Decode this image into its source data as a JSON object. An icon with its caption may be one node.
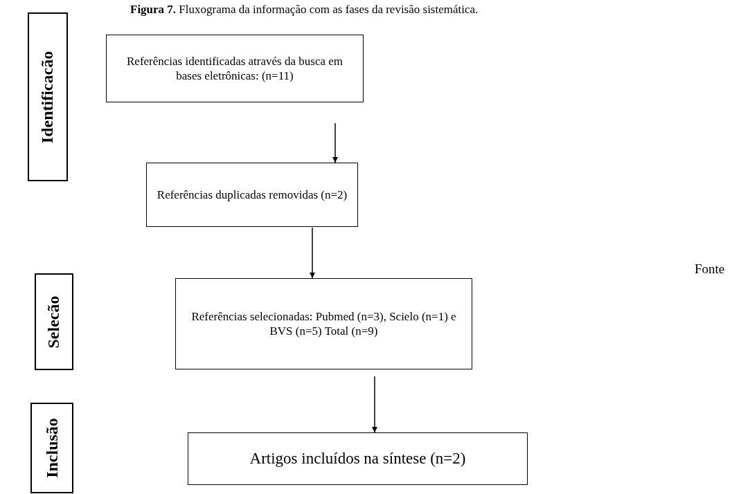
{
  "diagram": {
    "title": "**Figura 7.** Fluxograma da informação com as fases da revisão sistemática.",
    "nodes": [
      {
        "text": [
          "Identificacão"
        ]
      },
      {
        "text": [
          "Referências identificadas através da busca em bases eletrônicas: (n=11)"
        ]
      },
      {
        "text": [
          "Referências duplicadas removidas (n=2)"
        ]
      },
      {
        "text": [
          "Selecão"
        ]
      },
      {
        "text": [
          "Referências selecionadas: Pubmed (n=3), Scielo (n=1) e BVS (n=5) Total (n=9)"
        ]
      },
      {
        "text": [
          "Inclusão"
        ]
      },
      {
        "text": [
          "Artigos incluídos na síntese (n=2)"
        ]
      }
    ],
    "edges": [
      {
        "from": 1,
        "to": 2,
        "arrow": "to"
      },
      {
        "from": 2,
        "to": 4,
        "arrow": "to"
      },
      {
        "from": 4,
        "to": 6,
        "arrow": "to"
      }
    ],
    "labels": [
      "Fonte"
    ]
  }
}
